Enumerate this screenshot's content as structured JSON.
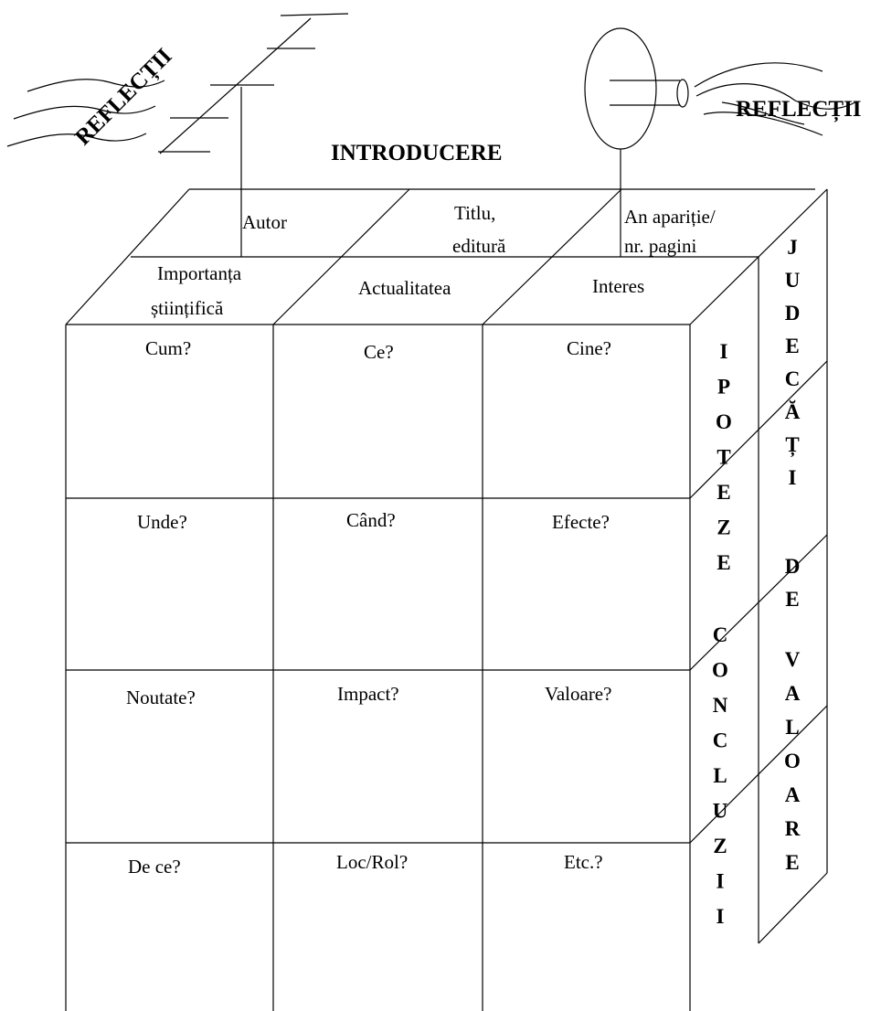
{
  "title": "INTRODUCERE",
  "reflections_left": "REFLECȚII",
  "reflections_right": "REFLECȚII",
  "top_face": {
    "back_row": [
      "Autor",
      "Titlu,",
      "editură",
      "An apariție/",
      "nr. pagini"
    ],
    "front_row": [
      "Importanța",
      "științifică",
      "Actualitatea",
      "Interes"
    ]
  },
  "grid": [
    [
      "Cum?",
      "Ce?",
      "Cine?"
    ],
    [
      "Unde?",
      "Când?",
      "Efecte?"
    ],
    [
      "Noutate?",
      "Impact?",
      "Valoare?"
    ],
    [
      "De ce?",
      "Loc/Rol?",
      "Etc.?"
    ]
  ],
  "right_face": {
    "ipoteze": [
      "I",
      "P",
      "O",
      "T",
      "E",
      "Z",
      "E"
    ],
    "concluzii": [
      "C",
      "O",
      "N",
      "C",
      "L",
      "U",
      "Z",
      "I",
      "I"
    ],
    "judecati": [
      "J",
      "U",
      "D",
      "E",
      "C",
      "Ă",
      "Ț",
      "I"
    ],
    "de": [
      "D",
      "E"
    ],
    "valoare": [
      "V",
      "A",
      "L",
      "O",
      "A",
      "R",
      "E"
    ]
  }
}
